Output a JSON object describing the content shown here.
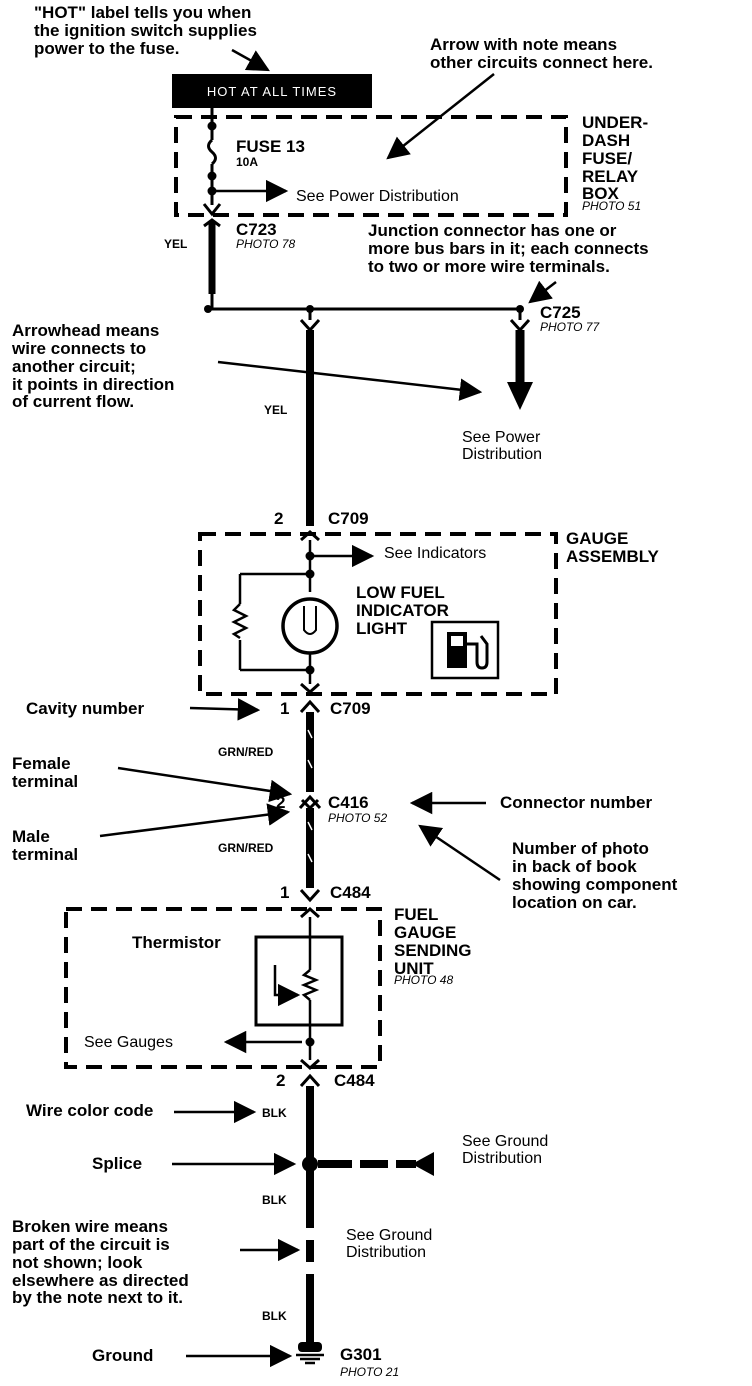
{
  "hot_label": "HOT AT ALL TIMES",
  "annotations": {
    "hot_note": "\"HOT\" label tells you when\nthe ignition switch supplies\npower to the fuse.",
    "arrow_note": "Arrow with note means\nother circuits connect here.",
    "junction_note": "Junction connector has one or\nmore bus bars in it; each connects\nto two or more wire terminals.",
    "arrowhead_note": "Arrowhead means\nwire connects to\nanother circuit;\nit points in direction\nof current flow.",
    "cavity_number": "Cavity number",
    "female_terminal": "Female\nterminal",
    "male_terminal": "Male\nterminal",
    "connector_number": "Connector number",
    "photo_number_note": "Number of photo\nin back of book\nshowing component\nlocation on car.",
    "wire_color_code": "Wire color code",
    "splice": "Splice",
    "broken_wire_note": "Broken wire means\npart of the circuit is\nnot shown; look\nelsewhere as directed\nby the note next to it.",
    "ground": "Ground"
  },
  "components": {
    "fuse_name": "FUSE 13",
    "fuse_rating": "10A",
    "fuse_box_name": "UNDER-\nDASH\nFUSE/\nRELAY\nBOX",
    "fuse_box_photo": "PHOTO 51",
    "gauge_assembly": "GAUGE\nASSEMBLY",
    "low_fuel_light": "LOW FUEL\nINDICATOR\nLIGHT",
    "sending_unit": "FUEL\nGAUGE\nSENDING\nUNIT",
    "sending_unit_photo": "PHOTO 48",
    "thermistor": "Thermistor"
  },
  "connectors": {
    "c723": "C723",
    "c723_photo": "PHOTO 78",
    "c725": "C725",
    "c725_photo": "PHOTO 77",
    "c709_top": "C709",
    "c709_top_cavity": "2",
    "c709_bottom": "C709",
    "c709_bottom_cavity": "1",
    "c416": "C416",
    "c416_cavity": "2",
    "c416_photo": "PHOTO 52",
    "c484_top": "C484",
    "c484_top_cavity": "1",
    "c484_bottom": "C484",
    "c484_bottom_cavity": "2",
    "g301": "G301",
    "g301_photo": "PHOTO 21"
  },
  "wires": {
    "yel_1": "YEL",
    "yel_2": "YEL",
    "grn_red_1": "GRN/RED",
    "grn_red_2": "GRN/RED",
    "blk_1": "BLK",
    "blk_2": "BLK",
    "blk_3": "BLK"
  },
  "references": {
    "see_power_1": "See Power Distribution",
    "see_power_2": "See Power\nDistribution",
    "see_indicators": "See Indicators",
    "see_gauges": "See Gauges",
    "see_ground_1": "See Ground\nDistribution",
    "see_ground_2": "See Ground\nDistribution"
  }
}
